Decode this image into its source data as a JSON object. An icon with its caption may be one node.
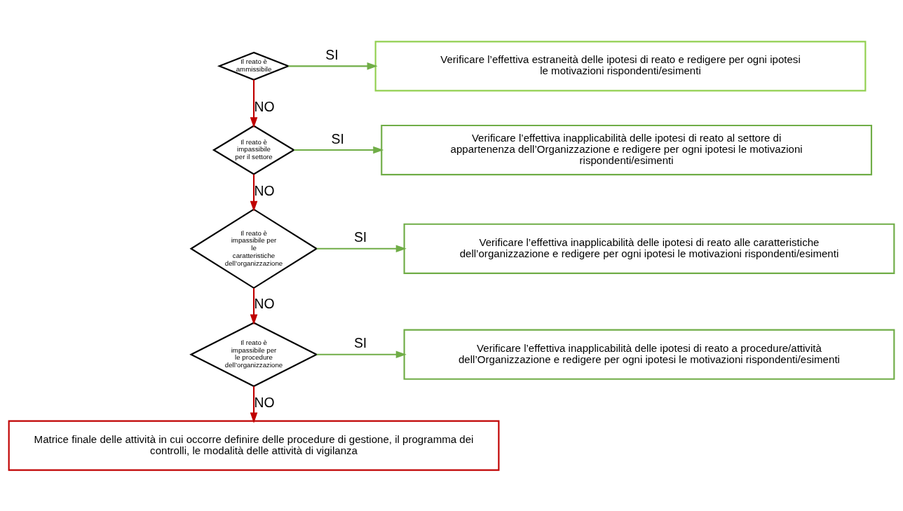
{
  "diagram": {
    "nodes": [
      {
        "text": [
          "Il reato è ammissibile"
        ]
      },
      {
        "text": [
          "Verificare l’effettiva estraneità delle ipotesi di reato e redigere per ogni ipotesi le motivazioni rispondenti/esimenti"
        ]
      },
      {
        "text": [
          "Il reato è impassibile per il settore"
        ]
      },
      {
        "text": [
          "Verificare l’effettiva inapplicabilità delle ipotesi di reato al settore di appartenenza dell’Organizzazione e redigere per ogni ipotesi le motivazioni rispondenti/esimenti"
        ]
      },
      {
        "text": [
          "Il reato è impassibile per le caratteristiche dell’organizzazione"
        ]
      },
      {
        "text": [
          "Verificare l’effettiva inapplicabilità delle ipotesi di reato alle caratteristiche dell’organizzazione e redigere per ogni ipotesi le motivazioni rispondenti/esimenti"
        ]
      },
      {
        "text": [
          "Il reato è impassibile per le procedure dell’organizzazione"
        ]
      },
      {
        "text": [
          "Verificare l’effettiva inapplicabilità delle ipotesi di reato a procedure/attività dell’Organizzazione e redigere per ogni ipotesi le motivazioni rispondenti/esimenti"
        ]
      },
      {
        "text": [
          "Matrice finale delle attività in cui occorre definire delle procedure di gestione, il programma dei controlli, le modalità delle attività di vigilanza"
        ]
      }
    ],
    "edges": [
      {
        "from": 0,
        "to": 1,
        "arrow": "to",
        "label": "SI",
        "color": "#70ad47"
      },
      {
        "from": 0,
        "to": 2,
        "arrow": "to",
        "label": "NO",
        "color": "#c00000"
      },
      {
        "from": 2,
        "to": 3,
        "arrow": "to",
        "label": "SI",
        "color": "#70ad47"
      },
      {
        "from": 2,
        "to": 4,
        "arrow": "to",
        "label": "NO",
        "color": "#c00000"
      },
      {
        "from": 4,
        "to": 5,
        "arrow": "to",
        "label": "SI",
        "color": "#70ad47"
      },
      {
        "from": 4,
        "to": 6,
        "arrow": "to",
        "label": "NO",
        "color": "#c00000"
      },
      {
        "from": 6,
        "to": 7,
        "arrow": "to",
        "label": "SI",
        "color": "#70ad47"
      },
      {
        "from": 6,
        "to": 8,
        "arrow": "to",
        "label": "NO",
        "color": "#c00000"
      }
    ]
  }
}
